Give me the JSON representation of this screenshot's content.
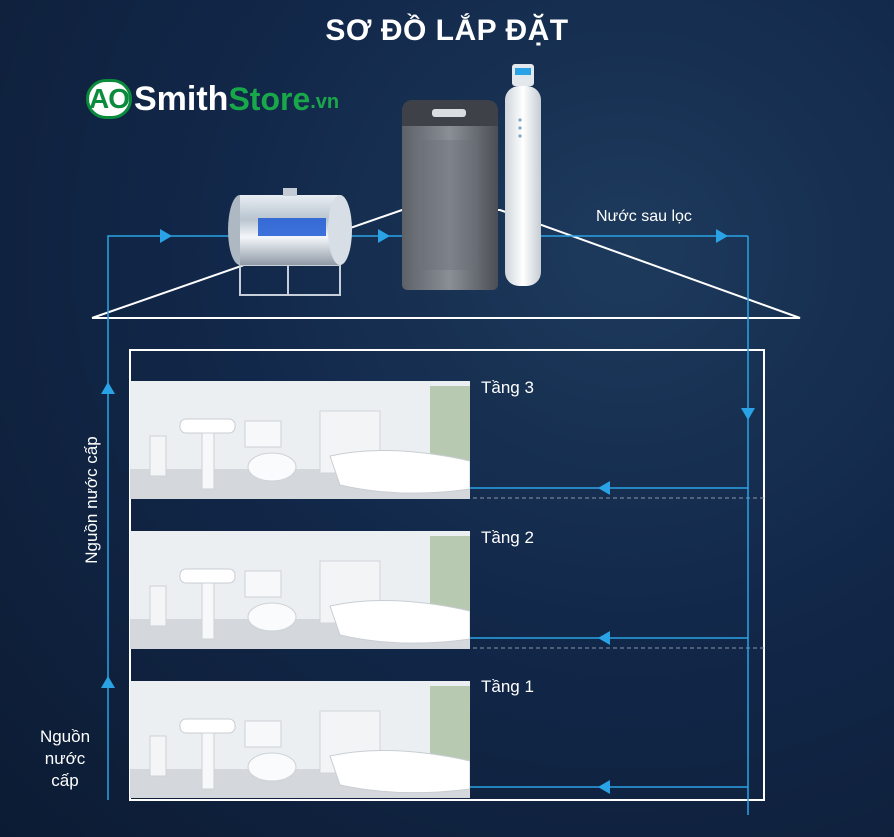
{
  "title": "SƠ ĐỒ LẮP ĐẶT",
  "logo": {
    "ao": "AO",
    "smith": "Smith",
    "store": "Store",
    "vn": ".vn"
  },
  "labels": {
    "after_filter": "Nước sau lọc",
    "supply_vertical": "Nguồn nước cấp",
    "supply_line1": "Nguồn",
    "supply_line2": "nước",
    "supply_line3": "cấp"
  },
  "floors": [
    {
      "label": "Tầng 3"
    },
    {
      "label": "Tầng 2"
    },
    {
      "label": "Tầng 1"
    }
  ],
  "colors": {
    "pipe": "#2aa3e6",
    "outline": "#ffffff",
    "brand_green": "#18a84a"
  },
  "icons": [
    "water-tank-icon",
    "water-softener-icon",
    "filter-column-icon",
    "bathroom-image"
  ]
}
